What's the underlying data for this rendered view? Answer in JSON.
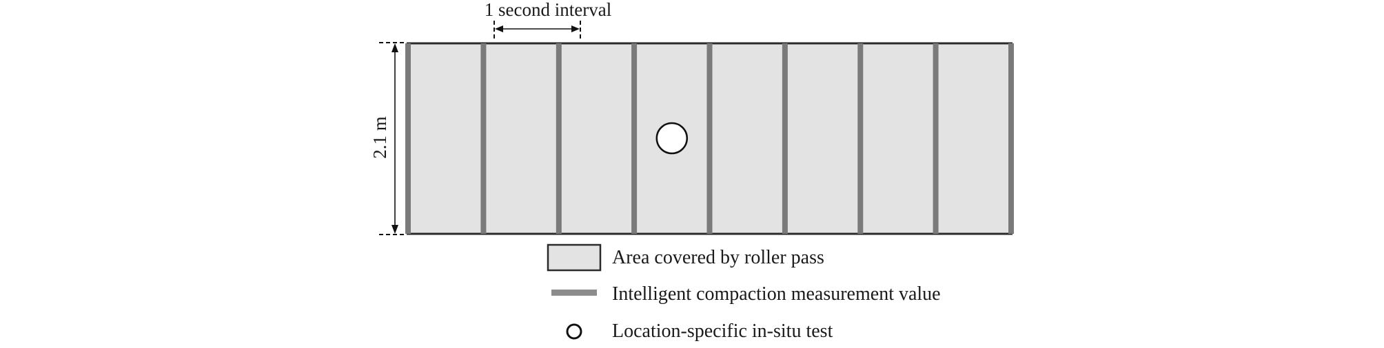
{
  "diagram": {
    "interval_label": "1 second interval",
    "width_label": "2.1 m",
    "measurement_lines_count": 8,
    "in_situ_test_index": 3.5,
    "colors": {
      "area_fill": "#e3e3e3",
      "border": "#2a2a2a",
      "measurement_line": "#7a7a7a",
      "test_marker_fill": "#ffffff",
      "test_marker_stroke": "#111111"
    }
  },
  "legend": {
    "items": [
      {
        "label": "Area covered by roller pass",
        "icon": "area-swatch-icon"
      },
      {
        "label": "Intelligent compaction measurement value",
        "icon": "measurement-line-icon"
      },
      {
        "label": "Location-specific in-situ test",
        "icon": "test-circle-icon"
      }
    ]
  }
}
